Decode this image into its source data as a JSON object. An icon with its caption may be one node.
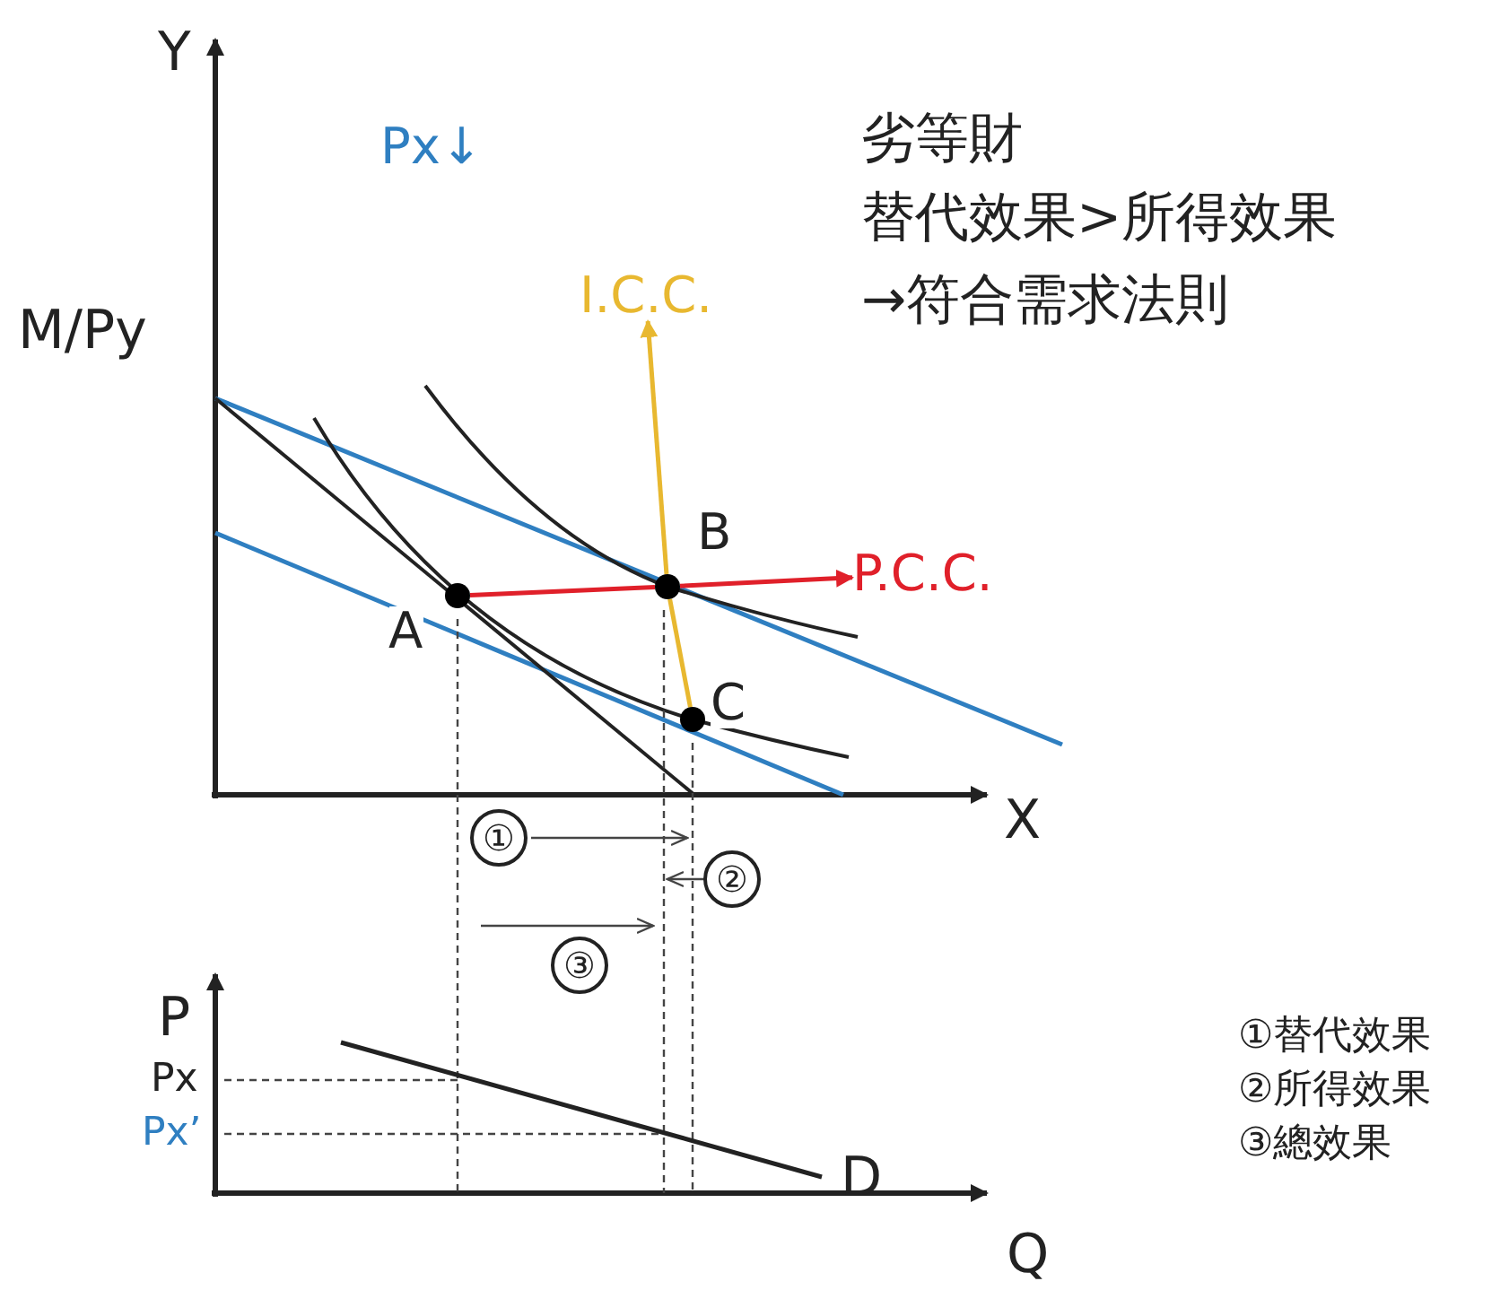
{
  "diagram": {
    "nodes": [
      {
        "text": [],
        "shape": "circle",
        "beside": [
          "A"
        ]
      },
      {
        "text": [],
        "shape": "circle",
        "beside": [
          "B"
        ]
      },
      {
        "text": [],
        "shape": "circle",
        "beside": [
          "C"
        ]
      },
      {
        "text": [
          "P.C.C."
        ]
      },
      {
        "text": [
          "I.C.C."
        ]
      }
    ],
    "edges": [
      {
        "from": 0,
        "to": 1,
        "arrow": "none",
        "color": "#e0202a"
      },
      {
        "from": 1,
        "to": 3,
        "arrow": "to",
        "color": "#e0202a"
      },
      {
        "from": 2,
        "to": 1,
        "arrow": "none",
        "color": "#e8b830"
      },
      {
        "from": 1,
        "to": 4,
        "arrow": "to",
        "color": "#e8b830"
      }
    ],
    "labels": [
      "Y",
      "劣等財",
      "替代效果>所得效果",
      "→符合需求法則",
      "Px↓",
      "M/Py",
      "X",
      "①",
      "②",
      "③",
      "P",
      "Px",
      "Px’",
      "D",
      "Q",
      "①替代效果",
      "②所得效果",
      "③總效果"
    ]
  }
}
